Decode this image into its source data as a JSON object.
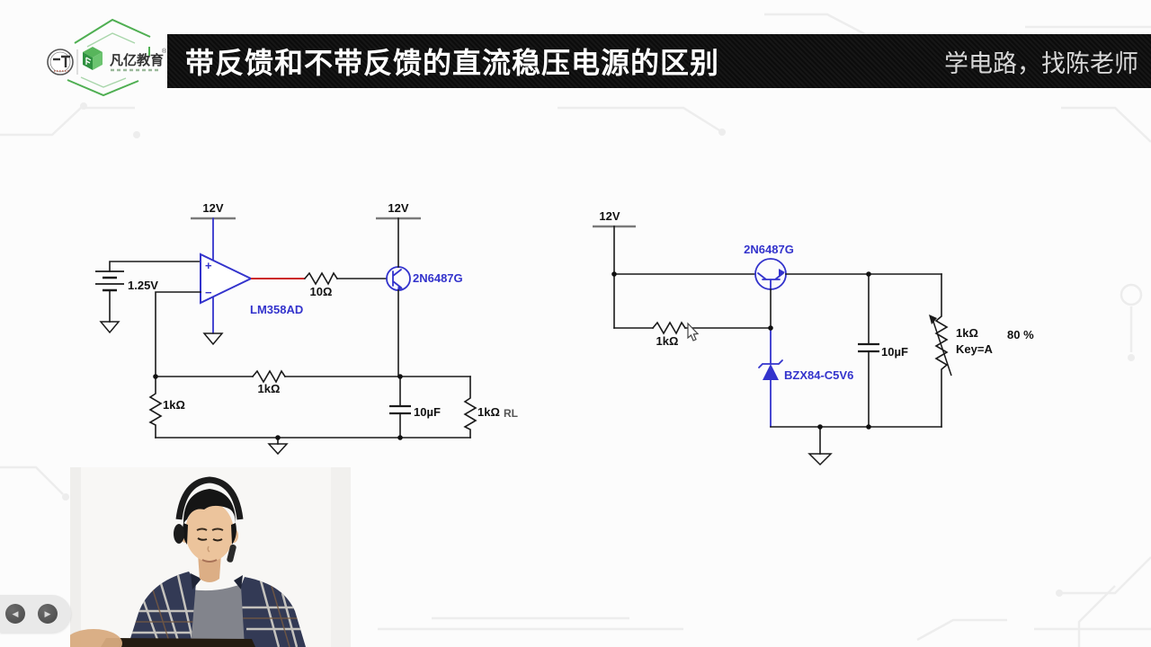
{
  "header": {
    "logo": {
      "brand": "凡亿教育",
      "reg_mark": "®"
    },
    "title": "带反馈和不带反馈的直流稳压电源的区别",
    "slogan": "学电路，找陈老师"
  },
  "colors": {
    "component_blue": "#3333cc",
    "wire_red": "#cc2222",
    "wire_black": "#1a1a1a",
    "titlebar_bg": "#0f0f0f",
    "logo_green": "#4faf52"
  },
  "circuits": {
    "left": {
      "labels": {
        "supply_opamp": "12V",
        "supply_transistor": "12V",
        "reference": "1.25V",
        "opamp_plus": "+",
        "opamp_minus": "−",
        "opamp_part": "LM358AD",
        "base_resistor": "10Ω",
        "transistor_part": "2N6487G",
        "feedback_resistor": "1kΩ",
        "divider_resistor": "1kΩ",
        "cap": "10µF",
        "load_resistor": "1kΩ",
        "load_name": "RL"
      }
    },
    "right": {
      "labels": {
        "supply": "12V",
        "transistor_part": "2N6487G",
        "base_resistor": "1kΩ",
        "zener_part": "BZX84-C5V6",
        "cap": "10µF",
        "pot_value": "1kΩ",
        "pot_key": "Key=A",
        "pot_setting": "80 %"
      }
    }
  },
  "player": {
    "prev_icon": "◀",
    "next_icon": "▶"
  }
}
